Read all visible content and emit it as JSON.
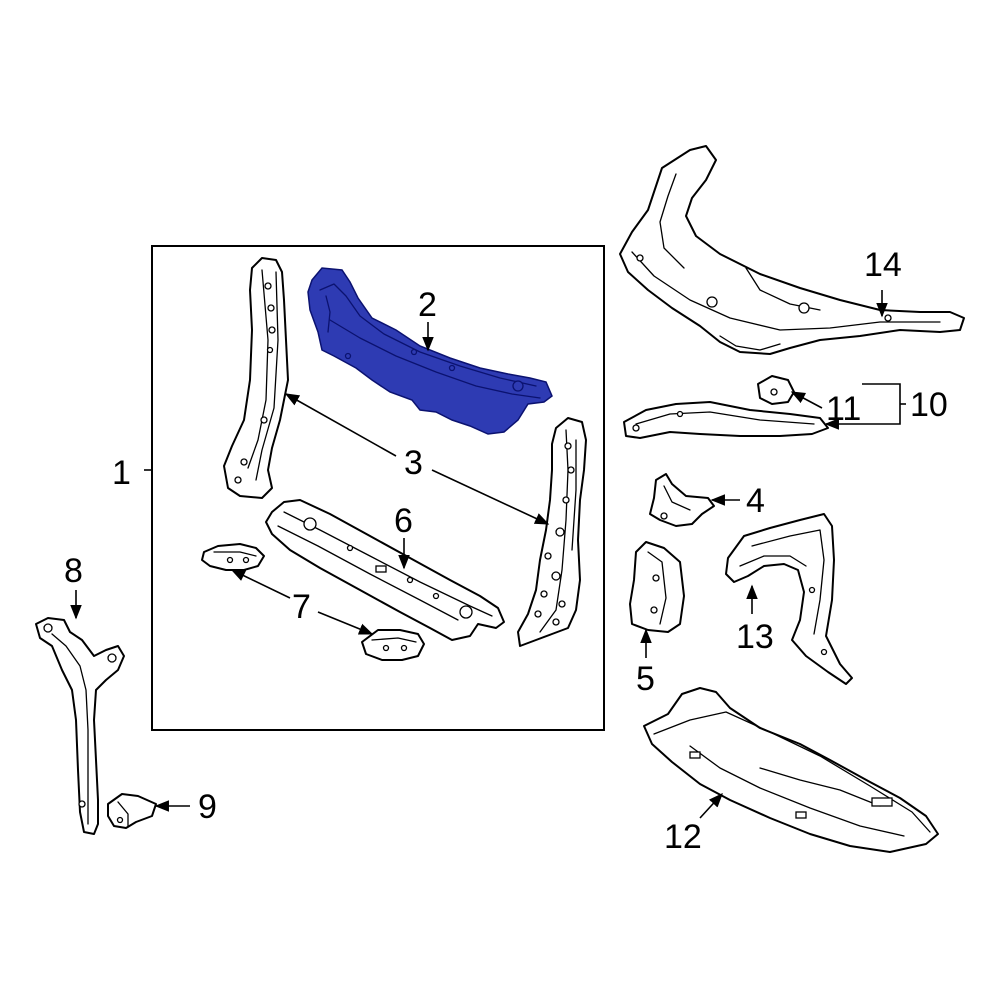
{
  "colors": {
    "highlight": "#2E3BB3",
    "highlight_stroke": "#0B1270",
    "line": "#000000",
    "background": "#FFFFFF"
  },
  "callouts": {
    "c1": "1",
    "c2": "2",
    "c3": "3",
    "c4": "4",
    "c5": "5",
    "c6": "6",
    "c7": "7",
    "c8": "8",
    "c9": "9",
    "c10": "10",
    "c11": "11",
    "c12": "12",
    "c13": "13",
    "c14": "14"
  },
  "highlighted_part": "2"
}
